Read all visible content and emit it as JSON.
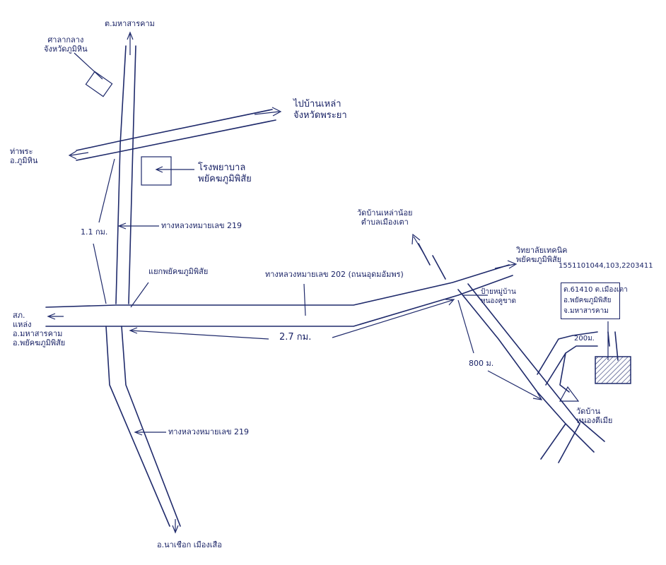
{
  "labels": {
    "north_end": "ต.มหาสารคาม",
    "govt_office": "ศาลากลาง\nจังหวัดภูมิหิน",
    "to_bankhok": "ไปบ้านเหล่า\nจังหวัดพระยา",
    "tapra": "ท่าพระ\nอ.ภูมิหิน",
    "hospital": "โรงพยาบาล\nพยัคฆภูมิพิสัย",
    "distance_11km": "1.1 กม.",
    "route_219_north": "ทางหลวงหมายเลข 219",
    "intersection": "แยกพยัคฆภูมิพิสัย",
    "route_202": "ทางหลวงหมายเลข 202 (ถนนอุดมอัมพร)",
    "temple_north": "วัดบ้านเหล่าน้อย\nตำบลเมืองเตา",
    "school": "วิทยาลัยเทคนิค\nพยัคฆภูมิพิสัย",
    "parcel_code": "1551101044,103,2203411",
    "box_line1": "ต.61410 ต.เมืองเตา",
    "box_line2": "อ.พยัคฆภูมิพิสัย",
    "box_line3": "จ.มหาสารคาม",
    "water_sign": "ป้ายหมู่บ้าน\nหนองคูขาด",
    "left_cross": "สภ.\nแหล่ง\nอ.มหาสารคาม\nอ.พยัคฆภูมิพิสัย",
    "distance_27km": "2.7 กม.",
    "distance_800m": "800 ม.",
    "distance_200m": "200ม.",
    "temple_village": "วัดบ้าน\nหนองตีเมีย",
    "route_219_south": "ทางหลวงหมายเลข 219",
    "south_end": "อ.นาเชือก เมืองเสือ"
  },
  "colors": {
    "ink": "#1a2366",
    "road": "#1f2a6b",
    "paper": "#ffffff"
  }
}
